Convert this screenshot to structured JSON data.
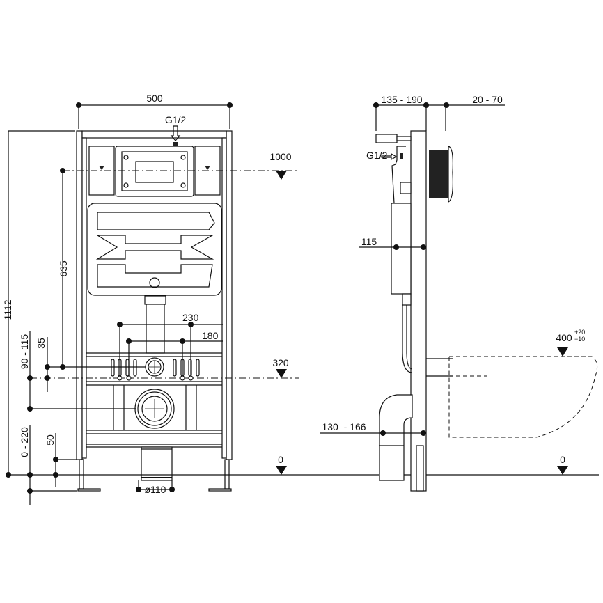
{
  "front_view": {
    "width_label": "500",
    "water_inlet_label": "G1/2",
    "height_total_label": "1112",
    "flush_height_label": "1000",
    "flush_offset_label": "635",
    "bolt_outer_label": "230",
    "bolt_inner_label": "180",
    "drain_height_label": "320",
    "dim_35_label": "35",
    "dim_90_115_label": "90 - 115",
    "dim_0_220_label": "0 - 220",
    "dim_50_label": "50",
    "floor_label": "0",
    "drain_diameter_label": "ø110"
  },
  "side_view": {
    "depth_label": "135 - 190",
    "plate_offset_label": "20 - 70",
    "water_inlet_label": "G1/2",
    "cistern_depth_label": "115",
    "seat_height_label": "400",
    "seat_tol_plus": "+20",
    "seat_tol_minus": "−10",
    "drain_depth_label": "130  - 166",
    "floor_label": "0"
  }
}
